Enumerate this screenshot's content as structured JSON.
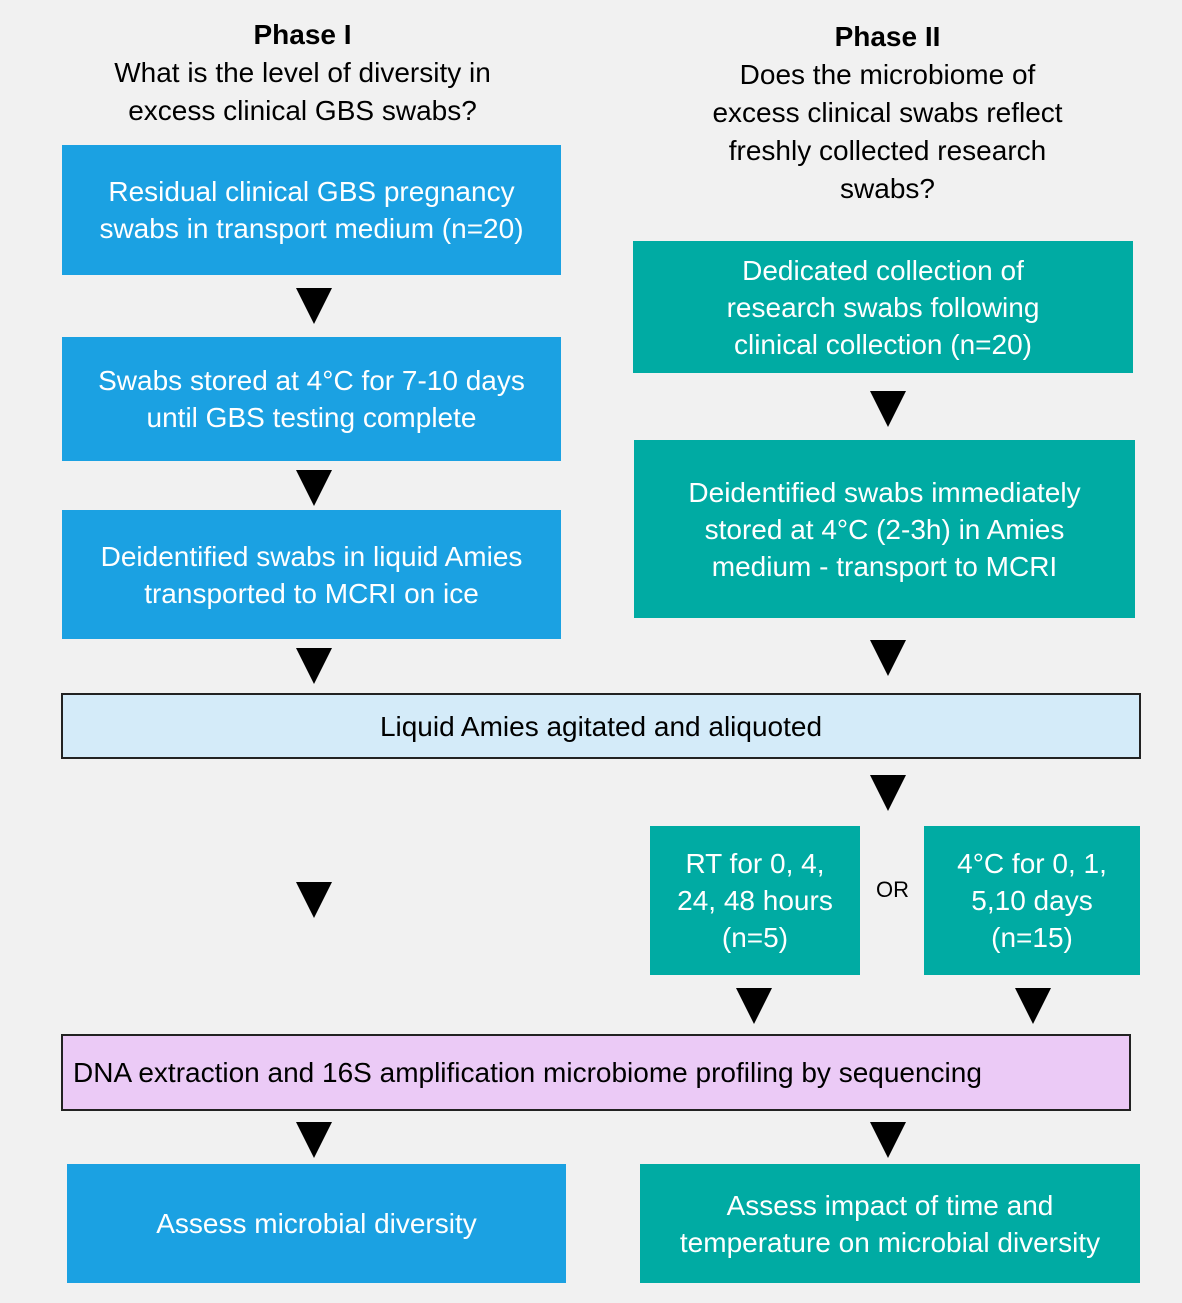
{
  "phase1": {
    "title": "Phase I",
    "question": "What is the level of diversity in\nexcess clinical GBS swabs?",
    "boxes": [
      "Residual clinical GBS pregnancy\nswabs in transport medium (n=20)",
      "Swabs stored at 4°C for 7-10 days\nuntil GBS testing complete",
      "Deidentified swabs in liquid Amies\ntransported to MCRI on ice"
    ],
    "outcome": "Assess microbial diversity"
  },
  "phase2": {
    "title": "Phase II",
    "question": "Does the microbiome of\nexcess clinical swabs reflect\nfreshly collected research\nswabs?",
    "boxes": [
      "Dedicated collection of\nresearch swabs following\nclinical collection (n=20)",
      "Deidentified swabs immediately\nstored at 4°C (2-3h) in Amies\nmedium - transport to MCRI"
    ],
    "option_rt": "RT for 0, 4,\n24, 48 hours\n(n=5)",
    "option_or": "OR",
    "option_cold": "4°C for 0, 1,\n5,10 days\n(n=15)",
    "outcome": "Assess impact of time and\ntemperature on microbial diversity"
  },
  "shared": {
    "aliquot": "Liquid Amies agitated and aliquoted",
    "extraction": "DNA extraction and 16S amplification microbiome profiling by sequencing"
  },
  "colors": {
    "phase1": "#1ba1e2",
    "phase2": "#00aba3",
    "aliquot": "#d4ebf9",
    "extraction": "#ebcaf6",
    "background": "#f1f1f1"
  }
}
